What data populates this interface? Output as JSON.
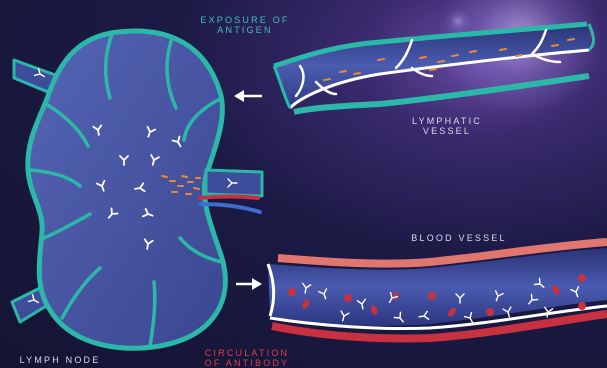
{
  "labels": {
    "exposure": [
      "EXPOSURE OF",
      "ANTIGEN"
    ],
    "lymphatic_vessel": [
      "LYMPHATIC",
      "VESSEL"
    ],
    "blood_vessel": "BLOOD VESSEL",
    "lymph_node": "LYMPH NODE",
    "circulation": [
      "CIRCULATION",
      "OF ANTIBODY"
    ]
  },
  "colors": {
    "teal": "#2bb8a8",
    "node_fill": "#4a5aa8",
    "vessel_fill": "#3e4c9c",
    "antigen": "#e8893a",
    "blood_red": "#c8313f",
    "blood_pink": "#e0766e",
    "label_teal": "#3fc3b4",
    "label_white": "#d8dcef",
    "label_red": "#d9424a"
  },
  "icons": [
    "antibody-icon",
    "antigen-particle",
    "red-blood-cell",
    "arrow-left-icon",
    "arrow-right-icon"
  ]
}
